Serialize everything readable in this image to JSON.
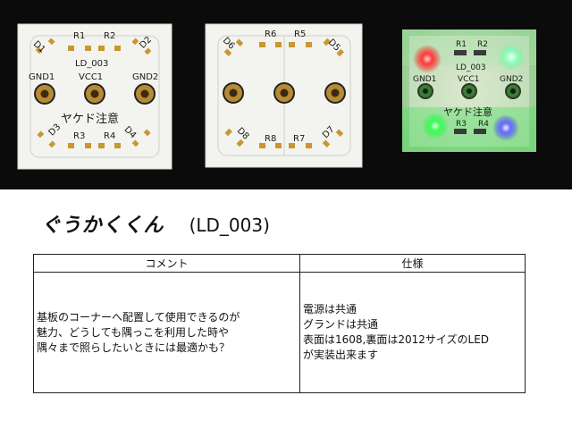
{
  "board": {
    "silk": {
      "d1": "D1",
      "d2": "D2",
      "d3": "D3",
      "d4": "D4",
      "d5": "D5",
      "d6": "D6",
      "d7": "D7",
      "d8": "D8",
      "r1": "R1",
      "r2": "R2",
      "r3": "R3",
      "r4": "R4",
      "r5": "R5",
      "r6": "R6",
      "r7": "R7",
      "r8": "R8",
      "model": "LD_003",
      "gnd1": "GND1",
      "vcc1": "VCC1",
      "gnd2": "GND2",
      "caution": "ヤケド注意"
    }
  },
  "product": {
    "name": "ぐうかくくん",
    "code": "(LD_003)"
  },
  "table": {
    "headers": {
      "comment": "コメント",
      "spec": "仕様"
    },
    "comment_lines": [
      "基板のコーナーへ配置して使用できるのが",
      "魅力、どうしても隅っこを利用した時や",
      "隅々まで照らしたいときには最適かも？"
    ],
    "spec_lines": [
      "電源は共通",
      "グランドは共通",
      "表面は1608,裏面は2012サイズのLED",
      "が実装出来ます"
    ]
  }
}
